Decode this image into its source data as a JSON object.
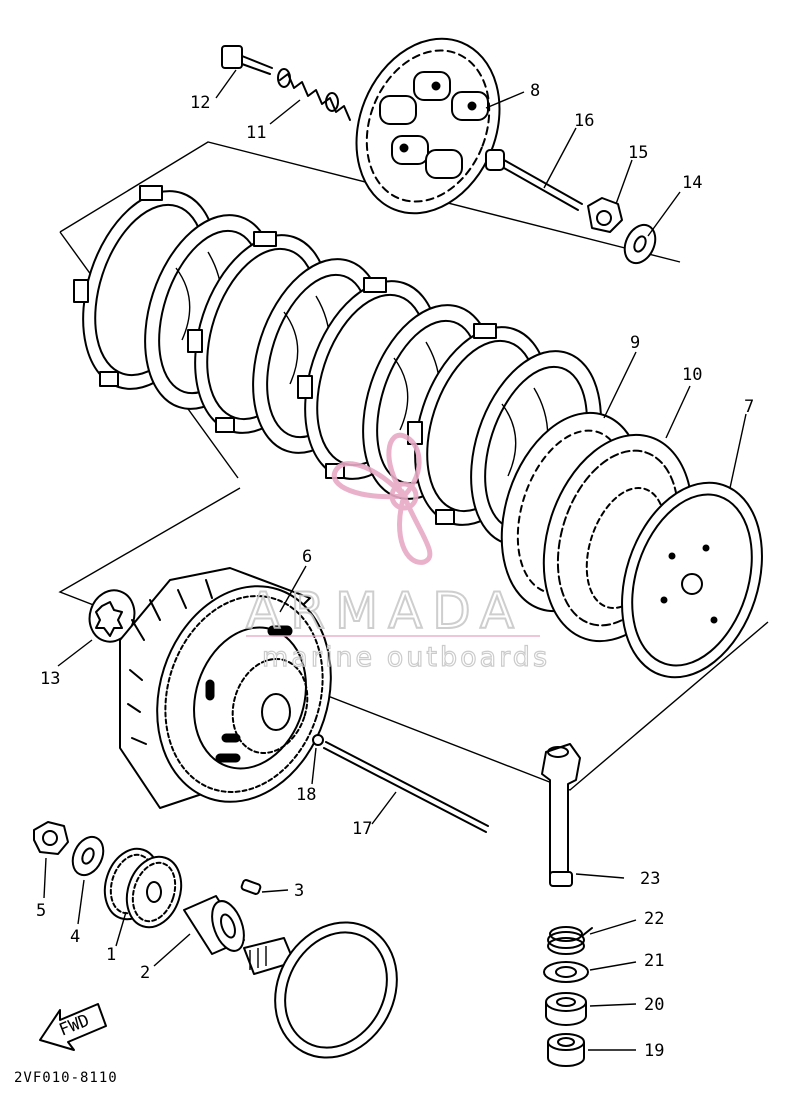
{
  "figure_code": "2VF010-8110",
  "fwd_label": "FWD",
  "watermark": {
    "brand": "ARMADA",
    "tagline": "marine outboards",
    "logo_icon": "propeller-icon",
    "logo_color": "#e8a9c6"
  },
  "callouts": [
    {
      "id": "1",
      "label": "1"
    },
    {
      "id": "2",
      "label": "2"
    },
    {
      "id": "3",
      "label": "3"
    },
    {
      "id": "4",
      "label": "4"
    },
    {
      "id": "5",
      "label": "5"
    },
    {
      "id": "6",
      "label": "6"
    },
    {
      "id": "7",
      "label": "7"
    },
    {
      "id": "8",
      "label": "8"
    },
    {
      "id": "9",
      "label": "9"
    },
    {
      "id": "10",
      "label": "10"
    },
    {
      "id": "11",
      "label": "11"
    },
    {
      "id": "12",
      "label": "12"
    },
    {
      "id": "13",
      "label": "13"
    },
    {
      "id": "14",
      "label": "14"
    },
    {
      "id": "15",
      "label": "15"
    },
    {
      "id": "16",
      "label": "16"
    },
    {
      "id": "17",
      "label": "17"
    },
    {
      "id": "18",
      "label": "18"
    },
    {
      "id": "19",
      "label": "19"
    },
    {
      "id": "20",
      "label": "20"
    },
    {
      "id": "21",
      "label": "21"
    },
    {
      "id": "22",
      "label": "22"
    },
    {
      "id": "23",
      "label": "23"
    }
  ]
}
